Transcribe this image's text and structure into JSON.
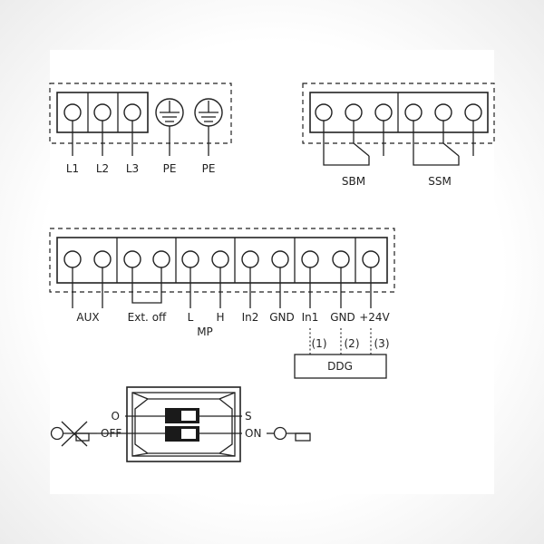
{
  "power_labels": [
    "L1",
    "L2",
    "L3",
    "PE",
    "PE"
  ],
  "relay_labels": [
    "SBM",
    "SSM"
  ],
  "control_labels": [
    "AUX",
    "Ext. off",
    "L",
    "H",
    "MP",
    "In2",
    "GND",
    "In1",
    "GND",
    "+24V"
  ],
  "ddg": {
    "label": "DDG",
    "pins": [
      "(1)",
      "(2)",
      "(3)"
    ]
  },
  "switch_labels": {
    "o": "O",
    "s": "S",
    "off": "OFF",
    "on": "ON"
  },
  "colors": {
    "line": "#222222",
    "background": "#ffffff"
  }
}
